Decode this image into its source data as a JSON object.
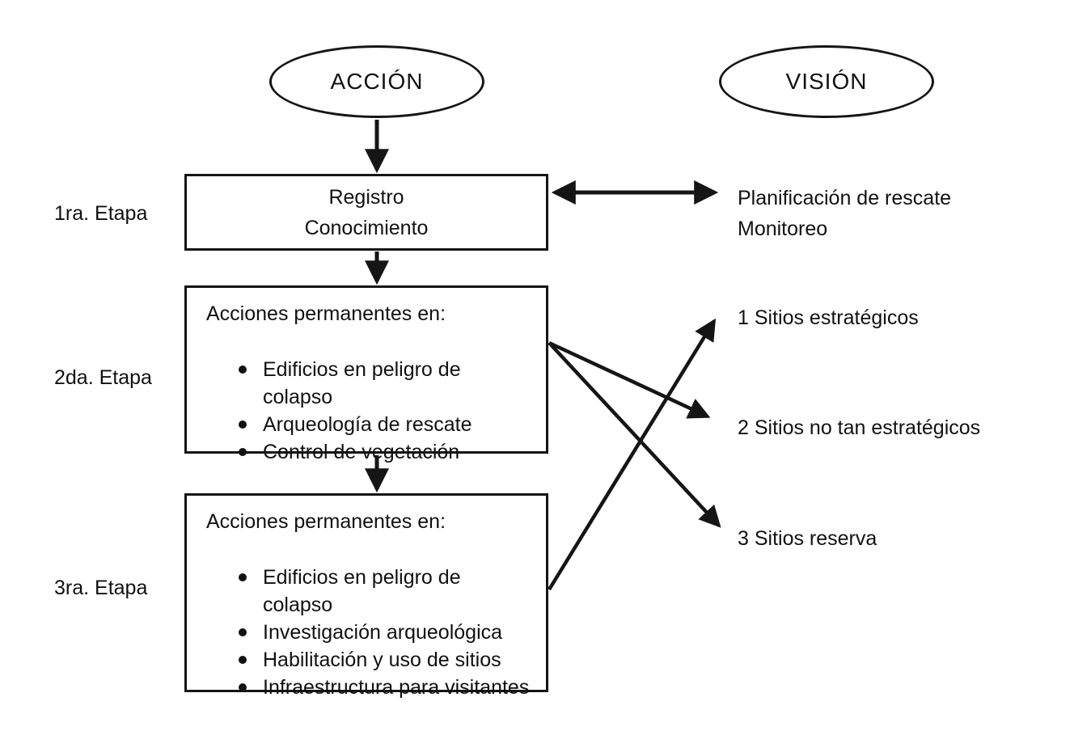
{
  "page": {
    "background_color": "#ffffff",
    "ink_color": "#111111"
  },
  "ellipses": {
    "accion": "ACCIÓN",
    "vision": "VISIÓN"
  },
  "stages": [
    {
      "label": "1ra. Etapa"
    },
    {
      "label": "2da. Etapa"
    },
    {
      "label": "3ra. Etapa"
    }
  ],
  "boxes": {
    "registro": {
      "line1": "Registro",
      "line2": "Conocimiento"
    },
    "etapa2": {
      "title": "Acciones permanentes en:",
      "bullets": [
        "Edificios en peligro de colapso",
        "Arqueología de rescate",
        "Control de vegetación"
      ]
    },
    "etapa3": {
      "title": "Acciones permanentes en:",
      "bullets": [
        "Edificios en peligro de colapso",
        "Investigación arqueológica",
        "Habilitación y uso de sitios",
        "Infraestructura para visitantes"
      ]
    }
  },
  "vision_column": {
    "planificacion": {
      "line1": "Planificación de rescate",
      "line2": "Monitoreo"
    },
    "sitios": [
      {
        "text": "1 Sitios estratégicos"
      },
      {
        "text": "2 Sitios no tan estratégicos"
      },
      {
        "text": "3 Sitios reserva"
      }
    ]
  }
}
